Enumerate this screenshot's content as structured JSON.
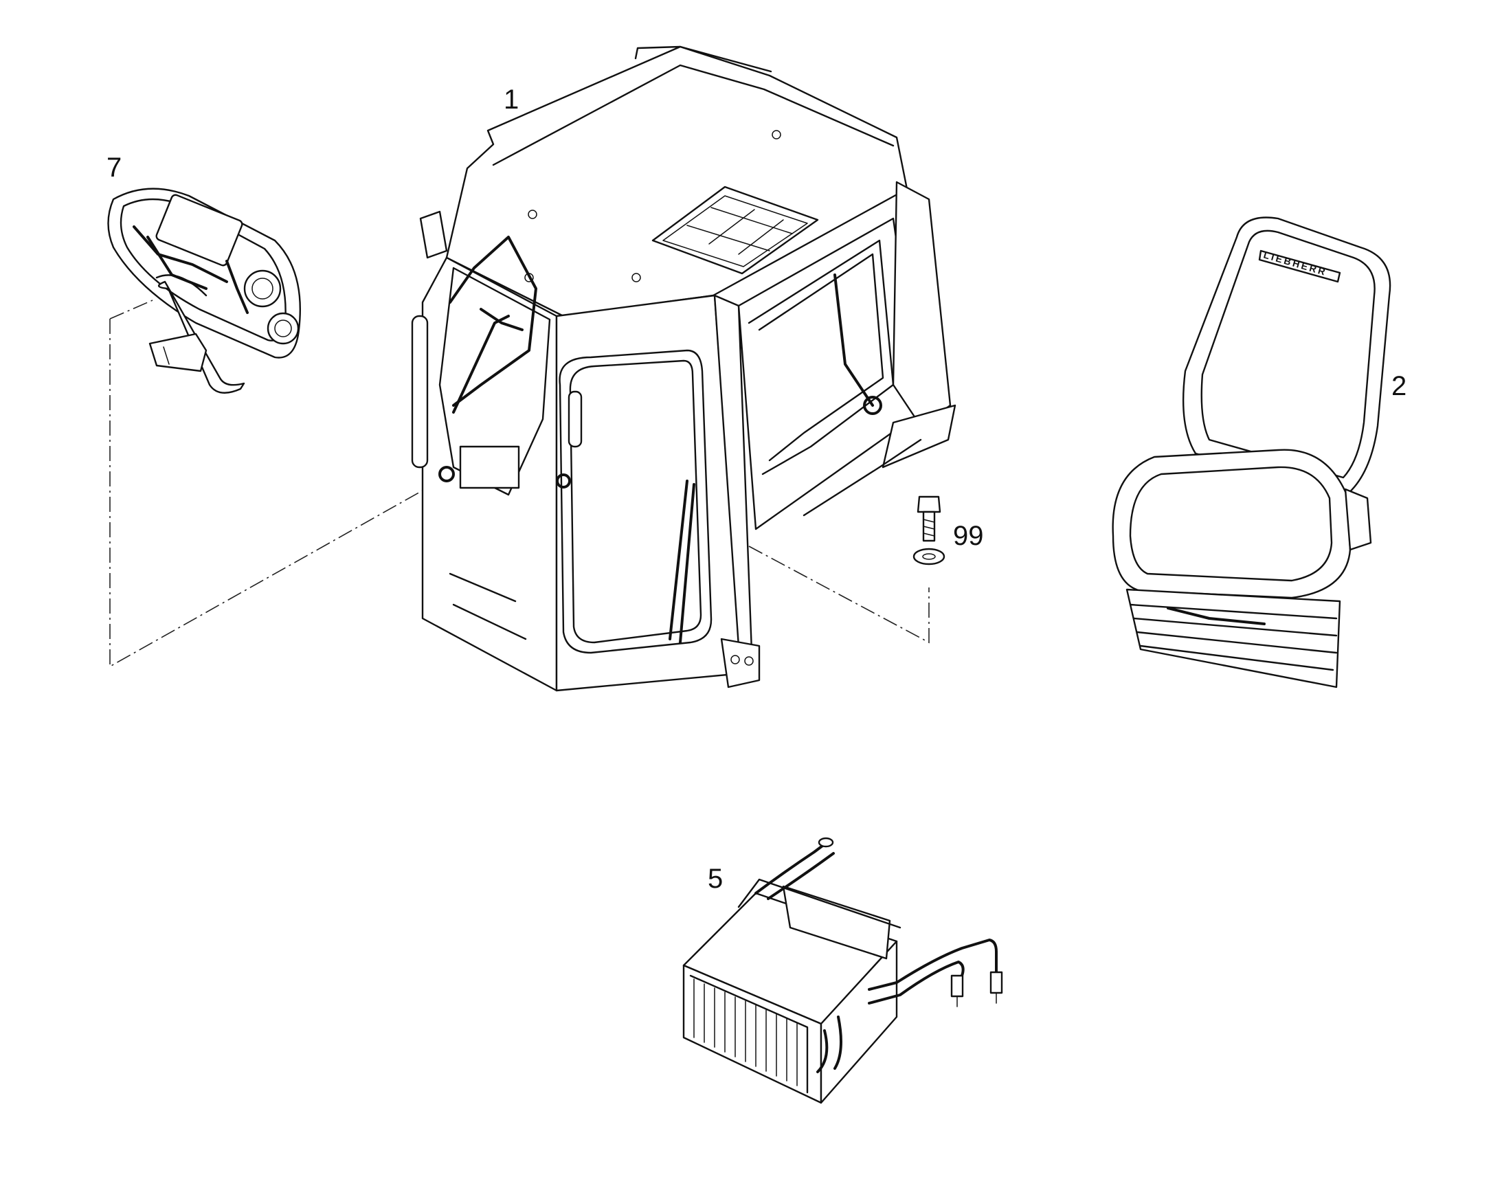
{
  "diagram": {
    "callouts": {
      "cab": "1",
      "seat": "2",
      "heater": "5",
      "dashboard": "7",
      "bolt": "99"
    },
    "seat_brand": "LIEBHERR",
    "colors": {
      "line": "#111111",
      "background": "#ffffff"
    }
  }
}
